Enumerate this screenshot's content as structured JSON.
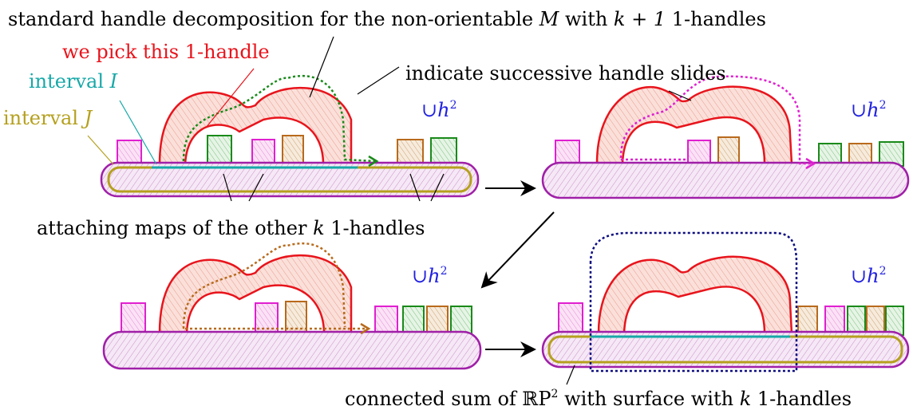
{
  "captions": {
    "top": "standard handle decomposition for the non-orientable",
    "top_var": "M",
    "top_mid": " with ",
    "top_math": "k + 1",
    "top_tail": " 1-handles",
    "attaching_pre": "attaching maps of the other ",
    "attaching_var": "k",
    "attaching_post": " 1-handles",
    "bottom_pre": "connected sum of ",
    "bottom_rp": "ℝP",
    "bottom_rp_exp": "2",
    "bottom_mid": " with surface with ",
    "bottom_var": "k",
    "bottom_post": " 1-handles"
  },
  "labels": {
    "pick": "we pick this 1-handle",
    "slides": "indicate successive handle slides",
    "interval_i_text": "interval ",
    "interval_i_var": "I",
    "interval_j_text": "interval ",
    "interval_j_var": "J",
    "h2_cup": "∪",
    "h2_var": "h",
    "h2_exp": "2"
  },
  "colors": {
    "red": "#e8141c",
    "green": "#1a8a1a",
    "magenta": "#e020d0",
    "brown": "#b86a1c",
    "teal": "#17a8a8",
    "olive": "#b5a01e",
    "purple": "#a020a8",
    "blue": "#2020e0",
    "navy": "#0a0a80",
    "pink_fill": "#f4c8c0"
  }
}
